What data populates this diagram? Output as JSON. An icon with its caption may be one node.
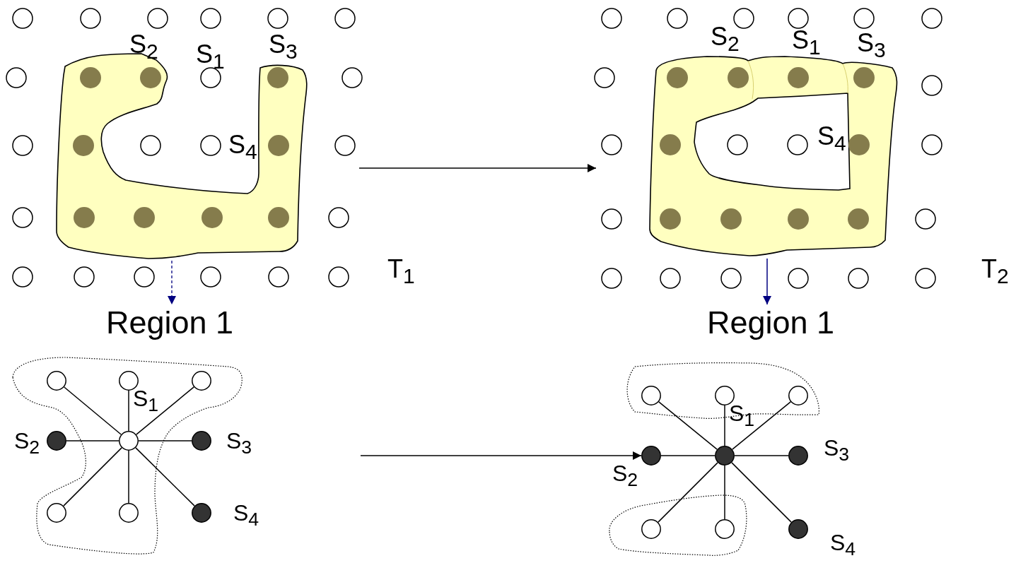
{
  "diagram": {
    "nodes": [
      {
        "text": [],
        "shape": "grid",
        "beside": [
          "T$_{1}$"
        ]
      },
      {
        "text": [],
        "shape": "blob",
        "in": 0
      },
      {
        "text": [],
        "shape": "grid",
        "beside": [
          "T$_{2}$"
        ]
      },
      {
        "text": [],
        "shape": "blob",
        "in": 2
      },
      {
        "text": [
          "Region 1"
        ]
      },
      {
        "text": [
          "Region 1"
        ]
      },
      {
        "text": [],
        "shape": "circle"
      },
      {
        "text": [],
        "shape": "circle"
      },
      {
        "text": [],
        "shape": "circle"
      },
      {
        "text": [],
        "shape": "dot",
        "beside": [
          "S$_{2}$"
        ]
      },
      {
        "text": [],
        "shape": "circle"
      },
      {
        "text": [],
        "shape": "dot",
        "beside": [
          "S$_{3}$"
        ]
      },
      {
        "text": [],
        "shape": "circle"
      },
      {
        "text": [],
        "shape": "circle"
      },
      {
        "text": [],
        "shape": "dot",
        "beside": [
          "S$_{4}$"
        ]
      },
      {
        "text": [],
        "shape": "circle"
      },
      {
        "text": [],
        "shape": "circle"
      },
      {
        "text": [],
        "shape": "circle"
      },
      {
        "text": [],
        "shape": "dot",
        "beside": [
          "S$_{2}$"
        ]
      },
      {
        "text": [],
        "shape": "dot"
      },
      {
        "text": [],
        "shape": "dot",
        "beside": [
          "S$_{3}$"
        ]
      },
      {
        "text": [],
        "shape": "circle"
      },
      {
        "text": [],
        "shape": "circle"
      },
      {
        "text": [],
        "shape": "dot",
        "beside": [
          "S$_{4}$"
        ]
      }
    ],
    "edges": [
      {
        "from": 0,
        "to": 2,
        "arrow": "to"
      },
      {
        "from": 1,
        "to": 4,
        "arrow": "to",
        "style": "dashed",
        "color": "#000080"
      },
      {
        "from": 3,
        "to": 5,
        "arrow": "to",
        "color": "#000080"
      },
      {
        "from": null,
        "to": 18,
        "arrow": "to"
      },
      {
        "from": 10,
        "to": 6,
        "arrow": "none"
      },
      {
        "from": 10,
        "to": 7,
        "arrow": "none"
      },
      {
        "from": 10,
        "to": 8,
        "arrow": "none"
      },
      {
        "from": 10,
        "to": 9,
        "arrow": "none"
      },
      {
        "from": 10,
        "to": 11,
        "arrow": "none"
      },
      {
        "from": 10,
        "to": 12,
        "arrow": "none"
      },
      {
        "from": 10,
        "to": 13,
        "arrow": "none"
      },
      {
        "from": 10,
        "to": 14,
        "arrow": "none"
      },
      {
        "from": 19,
        "to": 15,
        "arrow": "none"
      },
      {
        "from": 19,
        "to": 16,
        "arrow": "none"
      },
      {
        "from": 19,
        "to": 17,
        "arrow": "none"
      },
      {
        "from": 19,
        "to": 18,
        "arrow": "none"
      },
      {
        "from": 19,
        "to": 20,
        "arrow": "none"
      },
      {
        "from": 19,
        "to": 21,
        "arrow": "none"
      },
      {
        "from": 19,
        "to": 22,
        "arrow": "none"
      },
      {
        "from": 19,
        "to": 23,
        "arrow": "none"
      }
    ],
    "labels": [
      "S$_{2}$",
      "S$_{1}$",
      "S$_{3}$",
      "S$_{4}$",
      "S$_{2}$",
      "S$_{1}$",
      "S$_{3}$",
      "S$_{4}$",
      "S$_{1}$",
      "S$_{1}$"
    ]
  }
}
